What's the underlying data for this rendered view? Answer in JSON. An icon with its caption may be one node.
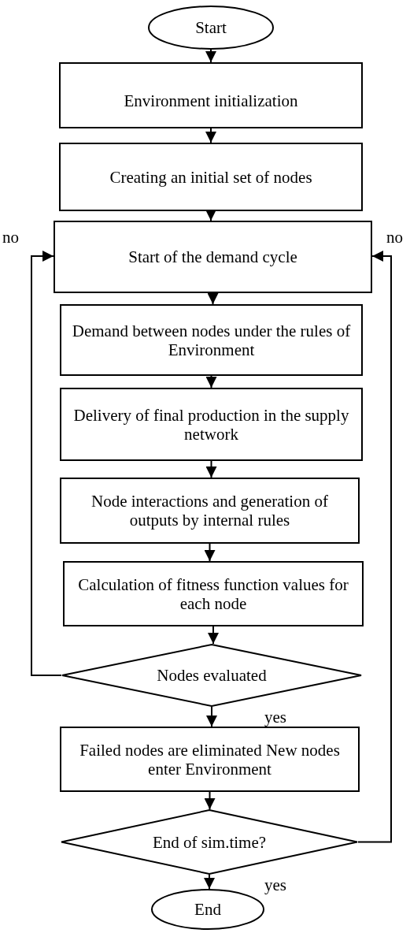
{
  "diagram": {
    "nodes": [
      {
        "text": [
          "Start"
        ]
      },
      {
        "text": [
          "Environment initialization"
        ]
      },
      {
        "text": [
          "Creating an initial set of nodes"
        ]
      },
      {
        "text": [
          "Start of the demand cycle"
        ]
      },
      {
        "text": [
          "Demand between nodes under the rules of Environment"
        ]
      },
      {
        "text": [
          "Delivery of final production in the supply network"
        ]
      },
      {
        "text": [
          "Node interactions and generation of outputs by internal rules"
        ]
      },
      {
        "text": [
          "Calculation of fitness function values for each node"
        ]
      },
      {
        "text": [
          "Nodes evaluated"
        ]
      },
      {
        "text": [
          "Failed nodes are eliminated New nodes enter Environment"
        ]
      },
      {
        "text": [
          "End of sim.time?"
        ]
      },
      {
        "text": [
          "End"
        ]
      }
    ],
    "edges": [
      {
        "from": 0,
        "to": 1,
        "arrow": "to"
      },
      {
        "from": 1,
        "to": 2,
        "arrow": "to"
      },
      {
        "from": 2,
        "to": 3,
        "arrow": "to"
      },
      {
        "from": 3,
        "to": 4,
        "arrow": "to"
      },
      {
        "from": 4,
        "to": 5,
        "arrow": "to"
      },
      {
        "from": 5,
        "to": 6,
        "arrow": "to"
      },
      {
        "from": 6,
        "to": 7,
        "arrow": "to"
      },
      {
        "from": 7,
        "to": 8,
        "arrow": "to"
      },
      {
        "from": 8,
        "to": 9,
        "arrow": "to",
        "label": "yes"
      },
      {
        "from": 8,
        "to": 3,
        "arrow": "to",
        "label": "no"
      },
      {
        "from": 9,
        "to": 10,
        "arrow": "to"
      },
      {
        "from": 10,
        "to": 3,
        "arrow": "to",
        "label": "no"
      },
      {
        "from": 10,
        "to": 11,
        "arrow": "to",
        "label": "yes"
      }
    ]
  }
}
